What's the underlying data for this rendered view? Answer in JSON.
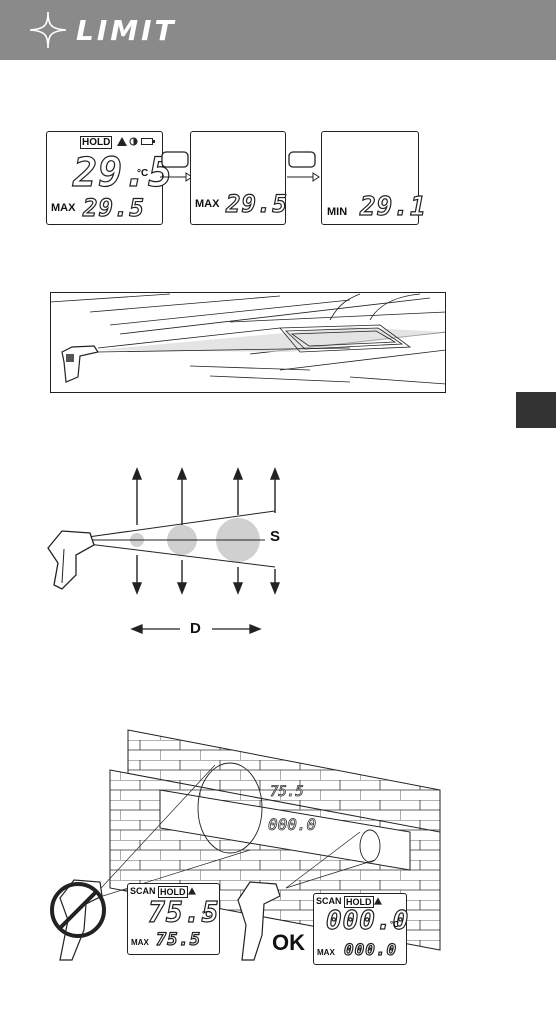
{
  "brand": {
    "name": "LIMIT"
  },
  "fig1": {
    "lcd1": {
      "hold": "HOLD",
      "main": "29.5",
      "unit": "°C",
      "sub_label": "MAX",
      "sub_value": "29.5"
    },
    "lcd2": {
      "sub_label": "MAX",
      "sub_value": "29.5"
    },
    "lcd3": {
      "sub_label": "MIN",
      "sub_value": "29.1"
    }
  },
  "fig3": {
    "s_label": "S",
    "d_label": "D"
  },
  "fig4": {
    "lcd_bad": {
      "scan": "SCAN",
      "hold": "HOLD",
      "main": "75.5",
      "unit": "°C",
      "sub_label": "MAX",
      "sub_value": "75.5"
    },
    "lcd_ok": {
      "scan": "SCAN",
      "hold": "HOLD",
      "main": "000.0",
      "unit": "°C",
      "sub_label": "MAX",
      "sub_value": "000.0"
    },
    "ok_label": "OK"
  }
}
